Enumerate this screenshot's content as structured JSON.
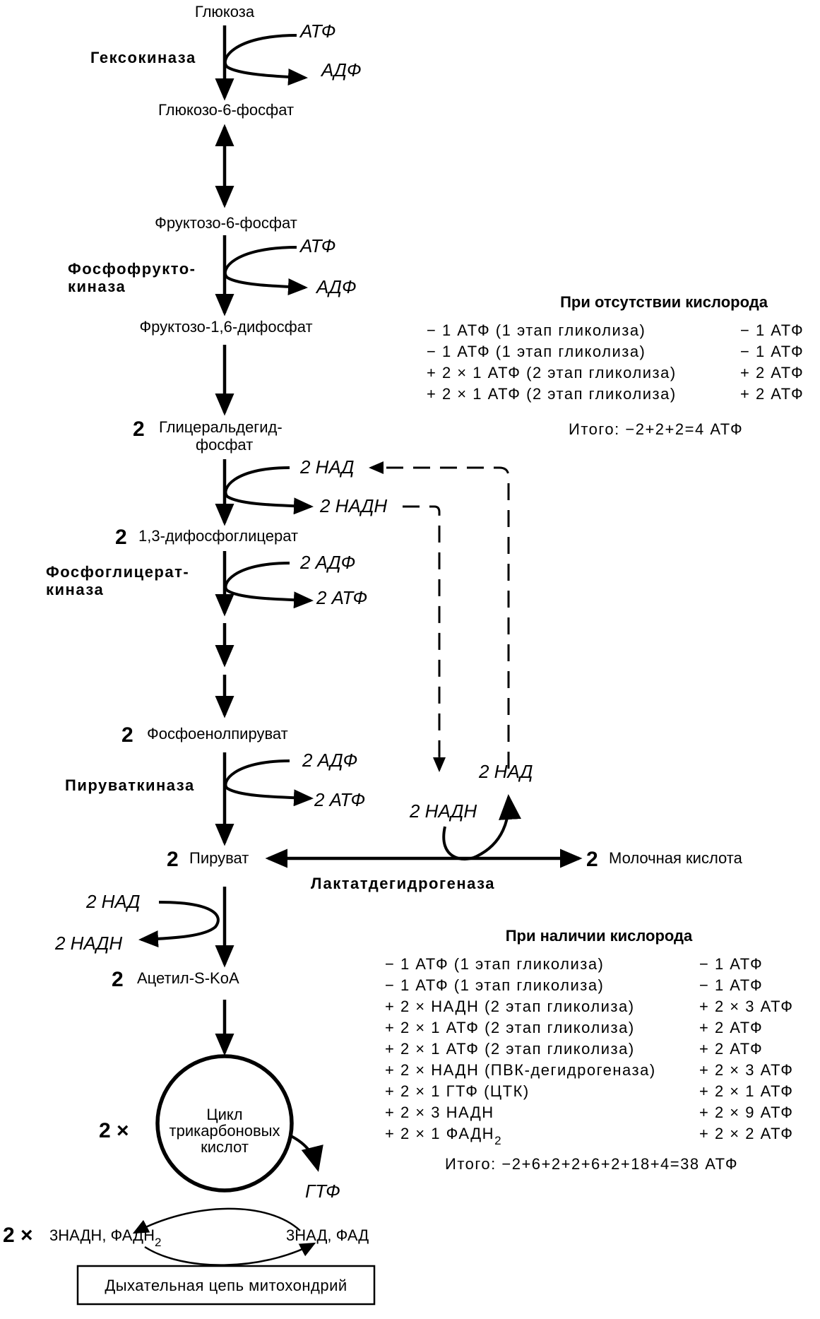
{
  "pathway": {
    "glucose": "Глюкоза",
    "g6p": "Глюкозо-6-фосфат",
    "f6p": "Фруктозо-6-фосфат",
    "f16bp": "Фруктозо-1,6-дифосфат",
    "gap_line1": "Глицеральдегид-",
    "gap_line2": "фосфат",
    "bpg": "1,3-дифосфоглицерат",
    "pep": "Фосфоенолпируват",
    "pyruvate": "Пируват",
    "lactate": "Молочная кислота",
    "acetyl": "Ацетил-S-KoA",
    "coef_2": "2",
    "coef_2x": "2 ×"
  },
  "enzymes": {
    "hexokinase": "Гексокиназа",
    "pfk_line1": "Фосфофрукто-",
    "pfk_line2": "киназа",
    "pgk_line1": "Фосфоглицерат-",
    "pgk_line2": "киназа",
    "pk": "Пируваткиназа",
    "ldh": "Лактатдегидрогеназа"
  },
  "cofactors": {
    "atp": "АТФ",
    "adp": "АДФ",
    "nad_2": "2 НАД",
    "nadh_2": "2 НАДН",
    "adp_2": "2 АДФ",
    "atp_2": "2 АТФ",
    "gtp": "ГТФ"
  },
  "tca": {
    "line1": "Цикл",
    "line2": "трикарбоновых",
    "line3": "кислот",
    "out_left": "3НАДН, ФАДН",
    "out_left_sub": "2",
    "out_right": "3НАД, ФАД",
    "respiratory_chain": "Дыхательная цепь митохондрий"
  },
  "anaerobic": {
    "title": "При отсутствии кислорода",
    "rows": [
      {
        "left": "− 1 АТФ (1 этап гликолиза)",
        "right": "− 1 АТФ"
      },
      {
        "left": "− 1 АТФ (1 этап гликолиза)",
        "right": "− 1 АТФ"
      },
      {
        "left": "+ 2 × 1 АТФ (2 этап гликолиза)",
        "right": "+ 2 АТФ"
      },
      {
        "left": "+ 2 × 1 АТФ (2 этап гликолиза)",
        "right": "+ 2 АТФ"
      }
    ],
    "total": "Итого: −2+2+2=4 АТФ"
  },
  "aerobic": {
    "title": "При наличии кислорода",
    "rows": [
      {
        "left": "− 1 АТФ (1 этап гликолиза)",
        "right": "− 1 АТФ"
      },
      {
        "left": "− 1 АТФ (1 этап гликолиза)",
        "right": "− 1 АТФ"
      },
      {
        "left": "+ 2 × НАДН (2 этап гликолиза)",
        "right": "+ 2 × 3 АТФ"
      },
      {
        "left": "+ 2 × 1 АТФ (2 этап гликолиза)",
        "right": "+ 2 АТФ"
      },
      {
        "left": "+ 2 × 1 АТФ (2 этап гликолиза)",
        "right": "+ 2 АТФ"
      },
      {
        "left": "+ 2 × НАДН (ПВК-дегидрогеназа)",
        "right": "+ 2 × 3 АТФ"
      },
      {
        "left": "+ 2 × 1 ГТФ (ЦТК)",
        "right": "+ 2 × 1 АТФ"
      },
      {
        "left": "+ 2 × 3 НАДН",
        "right": "+ 2 × 9 АТФ"
      },
      {
        "left": "+ 2 × 1 ФАДН",
        "left_sub": "2",
        "right": "+ 2 × 2 АТФ"
      }
    ],
    "total": "Итого: −2+6+2+2+6+2+18+4=38 АТФ"
  }
}
